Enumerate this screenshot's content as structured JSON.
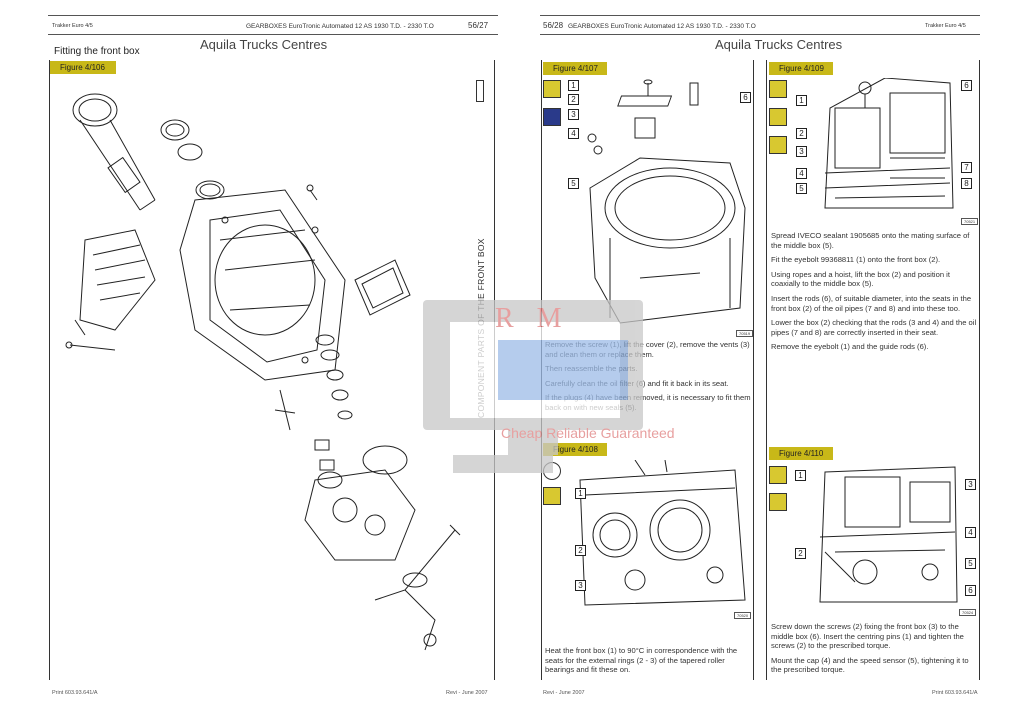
{
  "left_page": {
    "header_left": "Trakker Euro 4/5",
    "header_center": "GEARBOXES EuroTronic Automated 12 AS 1930 T.D. - 2330 T.O",
    "page_number": "56/27",
    "title": "Aquila Trucks Centres",
    "section_title": "Fitting the front box",
    "figure": {
      "label": "Figure 4/106",
      "side_caption": "COMPONENT PARTS OF THE FRONT BOX"
    },
    "footer_left": "Print 603.93.641/A",
    "footer_right": "Revi - June 2007"
  },
  "right_page": {
    "page_number": "56/28",
    "header_center": "GEARBOXES EuroTronic Automated 12 AS 1930 T.D. - 2330 T.O",
    "header_right": "Trakker Euro 4/5",
    "title": "Aquila Trucks Centres",
    "figures": [
      {
        "label": "Figure 4/107",
        "code": "70519",
        "callouts": [
          "1",
          "2",
          "3",
          "4",
          "5",
          "6"
        ],
        "text": [
          "Remove the screw (1), lift the cover (2), remove the vents (3) and clean them or replace them.",
          "Then reassemble the parts.",
          "Carefully clean the oil filter (6) and fit it back in its seat.",
          "If the plugs (4) have been removed, it is necessary to fit them back on with new seals (5)."
        ]
      },
      {
        "label": "Figure 4/108",
        "code": "70520",
        "callouts": [
          "1",
          "2",
          "3"
        ],
        "text": [
          "Heat the front box (1) to 90°C in correspondence with the seats for the external rings (2 - 3) of the tapered roller bearings and fit these on."
        ]
      },
      {
        "label": "Figure 4/109",
        "code": "70521",
        "callouts": [
          "1",
          "2",
          "3",
          "4",
          "5",
          "6",
          "7",
          "8"
        ],
        "text": [
          "Spread IVECO sealant 1905685 onto the mating surface of the middle box (5).",
          "Fit the eyebolt 99368811 (1) onto the front box (2).",
          "Using ropes and a hoist, lift the box (2) and position it coaxially to the middle box (5).",
          "Insert the rods (6), of suitable diameter, into the seats in the front box (2) of the oil pipes (7 and 8) and into these too.",
          "Lower the box (2) checking that the rods (3 and 4) and the oil pipes (7 and 8) are correctly inserted in their seat.",
          "Remove the eyebolt (1) and the guide rods (6)."
        ]
      },
      {
        "label": "Figure 4/110",
        "code": "70524",
        "callouts": [
          "1",
          "2",
          "3",
          "4",
          "5",
          "6"
        ],
        "text": [
          "Screw down the screws (2) fixing the front box (3) to the middle box (6). Insert the centring pins (1) and tighten the screws (2) to the prescribed torque.",
          "Mount the cap (4) and the speed sensor (5), tightening it to the prescribed torque."
        ]
      }
    ],
    "footer_left": "Revi - June 2007",
    "footer_right": "Print 603.93.641/A"
  },
  "watermark": {
    "logo_text": "R M",
    "tagline": "Cheap Reliable Guaranteed"
  },
  "colors": {
    "figure_label": "#c8b818",
    "watermark_gray": "#c8c8c8",
    "watermark_blue": "#5b8fd8",
    "watermark_red": "#e08080"
  }
}
